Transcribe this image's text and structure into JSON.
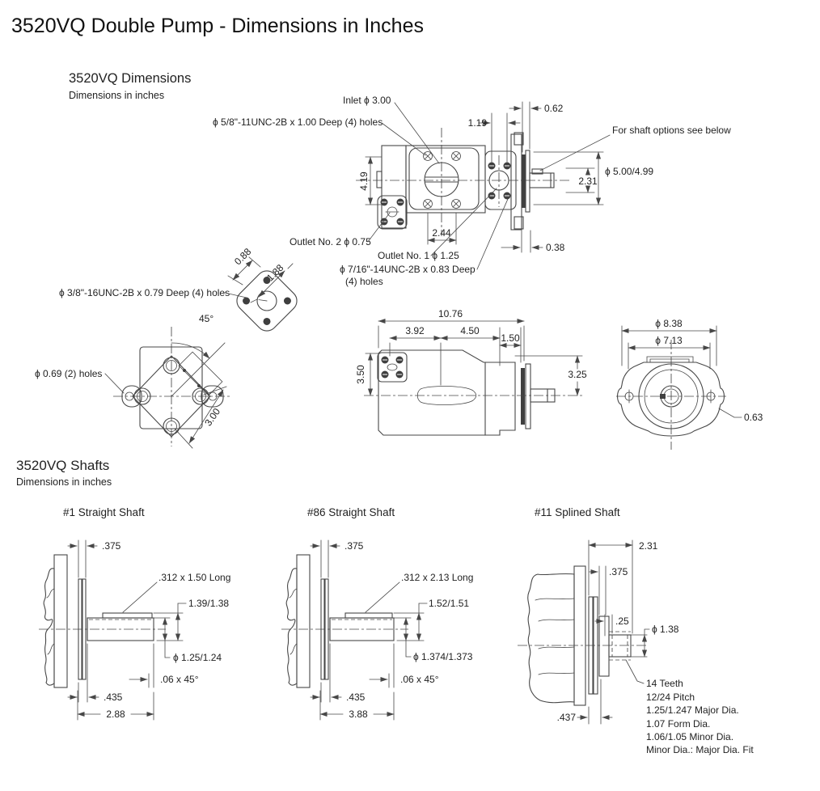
{
  "page": {
    "title": "3520VQ Double Pump  - Dimensions in Inches"
  },
  "dims": {
    "heading": "3520VQ Dimensions",
    "subheading": "Dimensions in inches",
    "top_view": {
      "inlet": "Inlet ϕ 3.00",
      "inlet_holes": "ϕ 5/8\"-11UNC-2B x 1.00 Deep (4) holes",
      "d419": "4.19",
      "d119": "1.19",
      "d062": "0.62",
      "shaft_note": "For shaft options see below",
      "d500": "ϕ 5.00/4.99",
      "d231": "2.31",
      "d038": "0.38",
      "d244": "2.44",
      "outlet2": "Outlet No. 2 ϕ 0.75",
      "outlet1": "Outlet No. 1 ϕ 1.25",
      "outlet1_holes_1": "ϕ 7/16\"-14UNC-2B x 0.83 Deep",
      "outlet1_holes_2": "(4) holes"
    },
    "outlet_flange": {
      "d088": "0.88",
      "d188": "1.88"
    },
    "mount_flange": {
      "holes_note": "ϕ 3/8\"-16UNC-2B x 0.79 Deep (4) holes",
      "angle": "45°",
      "ear_holes": "ϕ 0.69 (2) holes",
      "d300": "3.00"
    },
    "side_view": {
      "d1076": "10.76",
      "d392": "3.92",
      "d450": "4.50",
      "d150": "1.50",
      "d350": "3.50",
      "d325": "3.25"
    },
    "end_view": {
      "d838": "ϕ 8.38",
      "d713": "ϕ 7.13",
      "d063": "0.63"
    }
  },
  "shafts": {
    "heading": "3520VQ Shafts",
    "subheading": "Dimensions in inches",
    "shaft1": {
      "title": "#1 Straight Shaft",
      "d375": ".375",
      "key": ".312 x 1.50 Long",
      "height": "1.39/1.38",
      "dia": "ϕ 1.25/1.24",
      "chamfer": ".06 x 45°",
      "d435": ".435",
      "len": "2.88"
    },
    "shaft86": {
      "title": "#86 Straight Shaft",
      "d375": ".375",
      "key": ".312 x 2.13 Long",
      "height": "1.52/1.51",
      "dia": "ϕ 1.374/1.373",
      "chamfer": ".06 x 45°",
      "d435": ".435",
      "len": "3.88"
    },
    "shaft11": {
      "title": "#11 Splined Shaft",
      "d231": "2.31",
      "d375": ".375",
      "d25": ".25",
      "dia": "ϕ 1.38",
      "d437": ".437",
      "notes": [
        "14 Teeth",
        "12/24 Pitch",
        "1.25/1.247 Major Dia.",
        "1.07 Form Dia.",
        "1.06/1.05 Minor Dia.",
        "Minor Dia.: Major Dia. Fit"
      ]
    }
  }
}
